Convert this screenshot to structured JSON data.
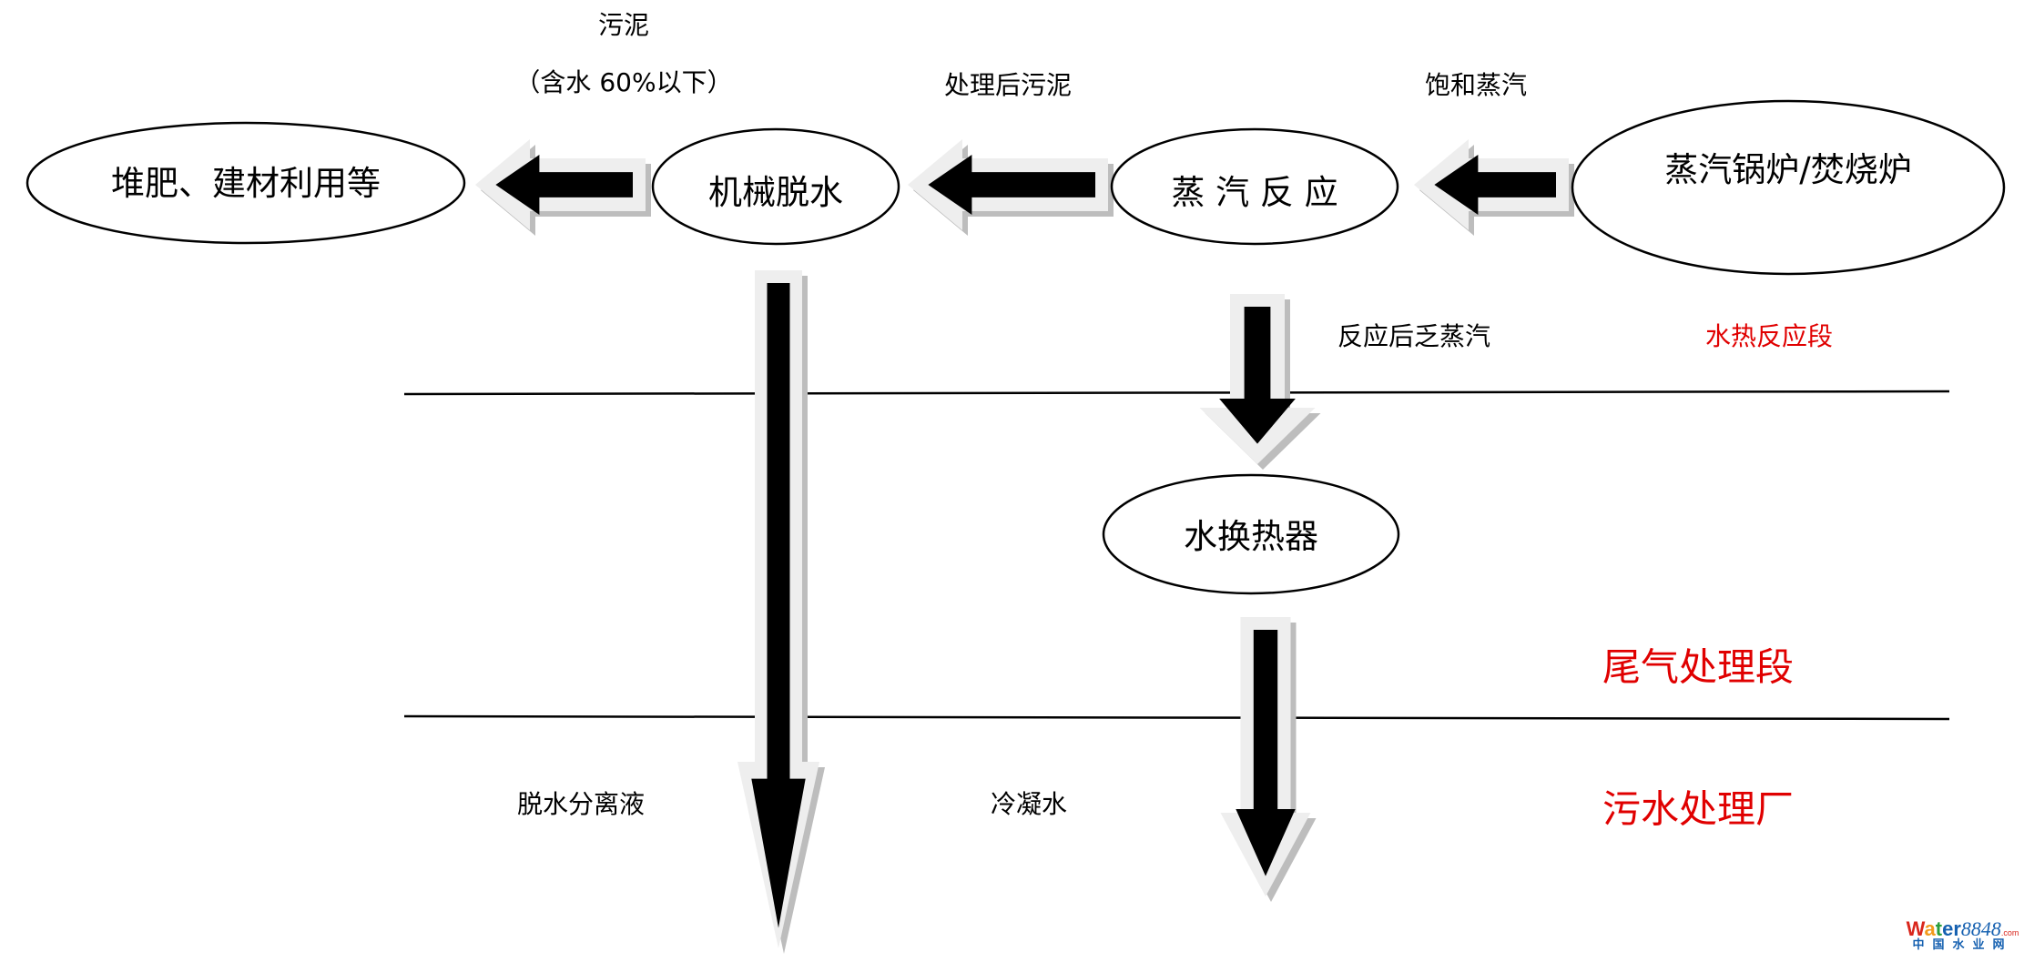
{
  "nodes": {
    "compost": "堆肥、建材利用等",
    "dewater": "机械脱水",
    "steam_reaction": "蒸 汽 反 应",
    "boiler": "蒸汽锅炉/焚烧炉",
    "heat_exchanger": "水换热器"
  },
  "labels": {
    "sludge": "污泥",
    "moisture": "（含水 60%以下）",
    "treated_sludge": "处理后污泥",
    "saturated_steam": "饱和蒸汽",
    "spent_steam": "反应后乏蒸汽",
    "separation_liquid": "脱水分离液",
    "condensate": "冷凝水"
  },
  "sections": {
    "hydrothermal": "水热反应段",
    "exhaust": "尾气处理段",
    "wastewater_plant": "污水处理厂"
  },
  "watermark": {
    "brand_letters": [
      "W",
      "a",
      "t",
      "e",
      "r"
    ],
    "brand_number": "8848",
    "brand_suffix": ".com",
    "subtitle": "中国水业网"
  },
  "colors": {
    "section_text": "#e00000",
    "arrow_fill": "#000000",
    "arrow_outline": "#eeeeee",
    "arrow_shadow": "#bdbdbd"
  }
}
